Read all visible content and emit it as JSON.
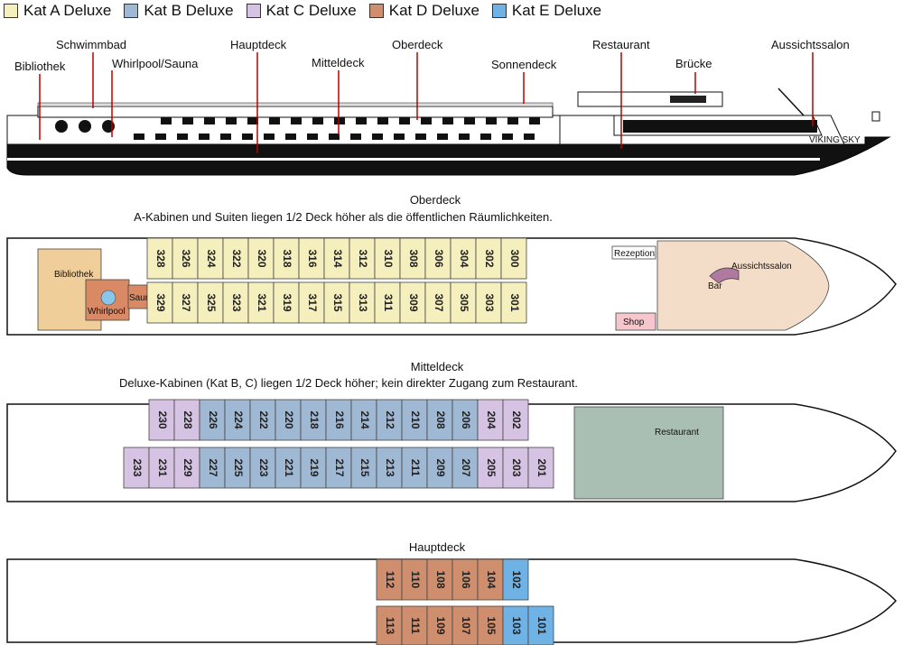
{
  "legend": [
    {
      "label": "Kat A Deluxe",
      "color": "#f5eebd"
    },
    {
      "label": "Kat B Deluxe",
      "color": "#9fb8d3"
    },
    {
      "label": "Kat C Deluxe",
      "color": "#d6c3e3"
    },
    {
      "label": "Kat D Deluxe",
      "color": "#cf8f6e"
    },
    {
      "label": "Kat E Deluxe",
      "color": "#6fb2e6"
    }
  ],
  "side_view": {
    "labels": {
      "bibliothek": "Bibliothek",
      "schwimmbad": "Schwimmbad",
      "whirlpool_sauna": "Whirlpool/Sauna",
      "hauptdeck": "Hauptdeck",
      "mitteldeck": "Mitteldeck",
      "oberdeck": "Oberdeck",
      "sonnendeck": "Sonnendeck",
      "restaurant": "Restaurant",
      "bruecke": "Brücke",
      "aussichtssalon": "Aussichtssalon"
    },
    "ship_name": "VIKING SKY"
  },
  "oberdeck": {
    "title": "Oberdeck",
    "subtitle": "A-Kabinen und Suiten liegen 1/2 Deck höher als die öffentlichen Räumlichkeiten.",
    "top_row": [
      "328",
      "326",
      "324",
      "322",
      "320",
      "318",
      "316",
      "314",
      "312",
      "310",
      "308",
      "306",
      "304",
      "302",
      "300"
    ],
    "bottom_row": [
      "329",
      "327",
      "325",
      "323",
      "321",
      "319",
      "317",
      "315",
      "313",
      "311",
      "309",
      "307",
      "305",
      "303",
      "301"
    ],
    "rooms": {
      "bibliothek": "Bibliothek",
      "whirlpool": "Whirlpool",
      "sauna": "Sauna",
      "rezeption": "Rezeption",
      "shop": "Shop",
      "aussichtssalon": "Aussichtssalon",
      "bar": "Bar"
    }
  },
  "mitteldeck": {
    "title": "Mitteldeck",
    "subtitle": "Deluxe-Kabinen (Kat B, C) liegen 1/2 Deck höher; kein direkter Zugang zum Restaurant.",
    "top_row": [
      "230",
      "228",
      "226",
      "224",
      "222",
      "220",
      "218",
      "216",
      "214",
      "212",
      "210",
      "208",
      "206",
      "204",
      "202"
    ],
    "top_cat": [
      "C",
      "C",
      "B",
      "B",
      "B",
      "B",
      "B",
      "B",
      "B",
      "B",
      "B",
      "B",
      "B",
      "C",
      "C"
    ],
    "bottom_row": [
      "233",
      "231",
      "229",
      "227",
      "225",
      "223",
      "221",
      "219",
      "217",
      "215",
      "213",
      "211",
      "209",
      "207",
      "205",
      "203",
      "201"
    ],
    "bottom_cat": [
      "C",
      "C",
      "C",
      "B",
      "B",
      "B",
      "B",
      "B",
      "B",
      "B",
      "B",
      "B",
      "B",
      "B",
      "C",
      "C",
      "C"
    ],
    "rooms": {
      "restaurant": "Restaurant"
    }
  },
  "hauptdeck": {
    "title": "Hauptdeck",
    "top_row": [
      "112",
      "110",
      "108",
      "106",
      "104",
      "102"
    ],
    "top_cat": [
      "D",
      "D",
      "D",
      "D",
      "D",
      "E"
    ],
    "bottom_row": [
      "113",
      "111",
      "109",
      "107",
      "105",
      "103",
      "101"
    ],
    "bottom_cat": [
      "D",
      "D",
      "D",
      "D",
      "D",
      "E",
      "E"
    ]
  }
}
